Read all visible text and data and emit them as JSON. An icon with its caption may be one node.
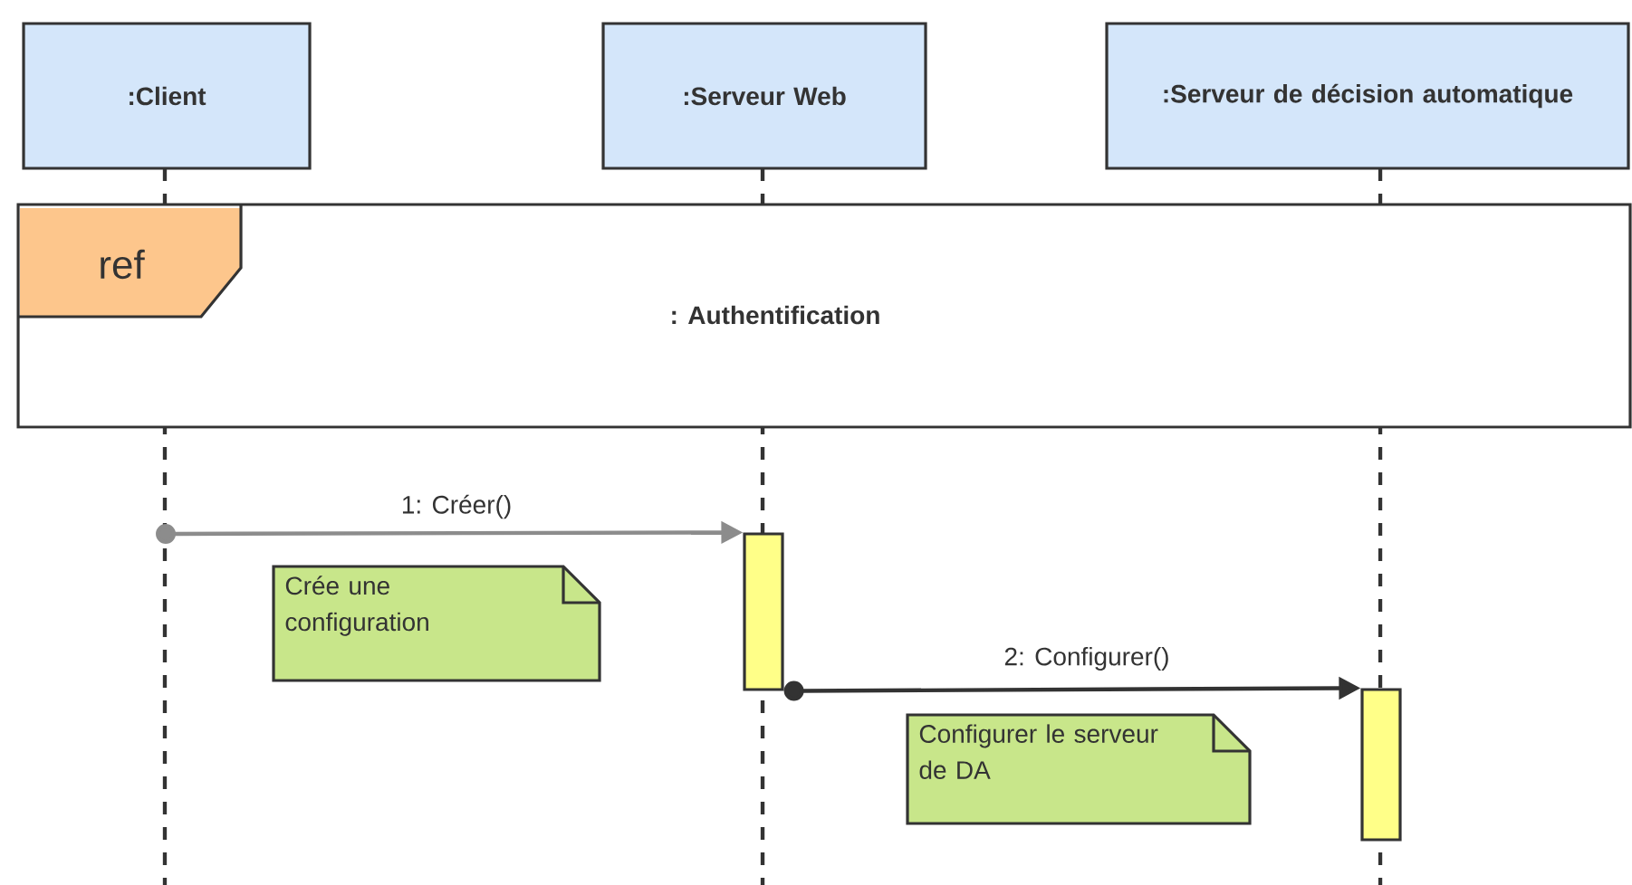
{
  "diagram": {
    "nodes": [
      {
        "text": [
          ":Client"
        ]
      },
      {
        "text": [
          ":Serveur Web"
        ]
      },
      {
        "text": [
          ":Serveur de décision automatique"
        ]
      },
      {
        "text": [
          "ref",
          ": Authentification"
        ]
      },
      {
        "text": [
          "Crée une configuration"
        ]
      },
      {
        "text": [],
        "shape": "bar"
      },
      {
        "text": [
          "Configurer le serveur de DA"
        ]
      },
      {
        "text": [],
        "shape": "bar"
      }
    ],
    "edges": [
      {
        "from": null,
        "to": 5,
        "arrow": "to",
        "label": "1: Créer()",
        "color": "#8c8c8c"
      },
      {
        "from": 5,
        "to": 7,
        "arrow": "to",
        "label": "2: Configurer()",
        "color": "#333333"
      }
    ]
  }
}
